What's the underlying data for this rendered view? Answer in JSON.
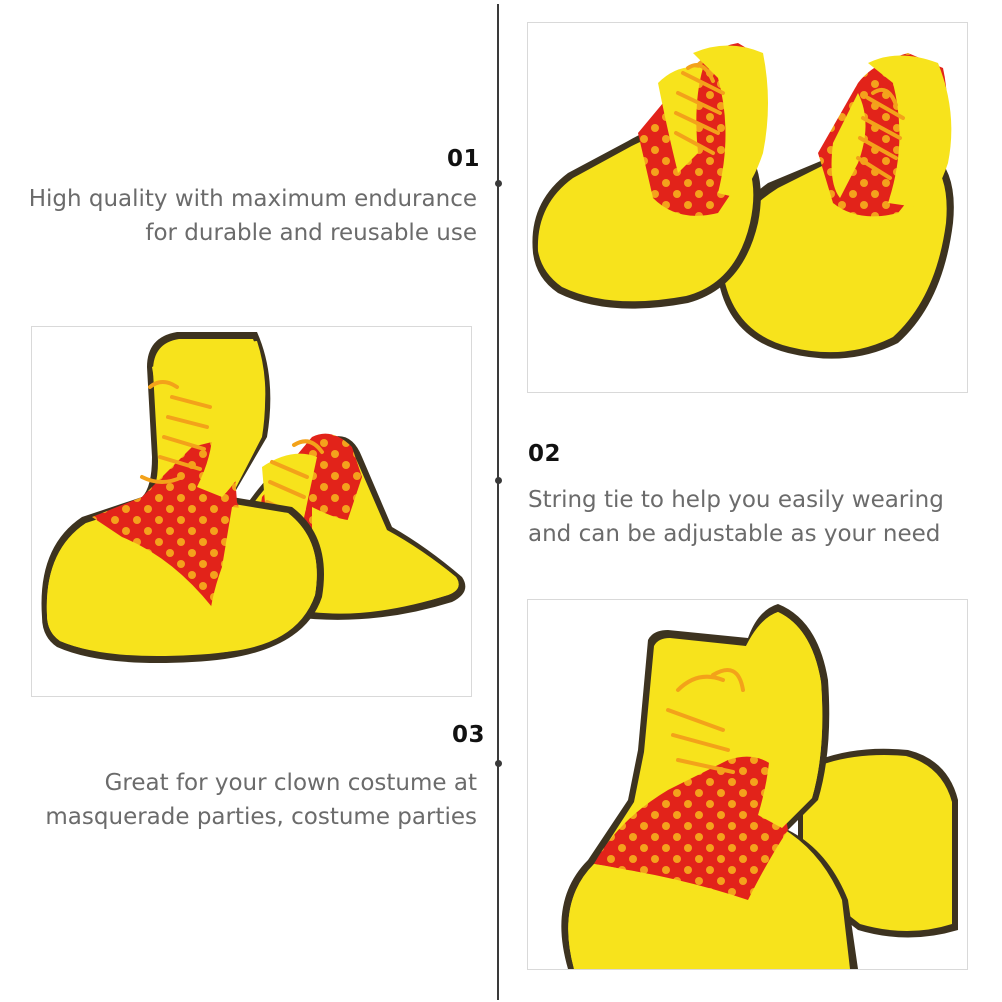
{
  "features": [
    {
      "number": "01",
      "line1": "High quality with maximum endurance",
      "line2": "for durable and reusable use"
    },
    {
      "number": "02",
      "line1": "String tie to help you easily wearing",
      "line2": "and can be adjustable as your need"
    },
    {
      "number": "03",
      "line1": "Great for your clown costume at",
      "line2": "masquerade parties, costume parties"
    }
  ],
  "colors": {
    "yellow": "#f7e31c",
    "red": "#e2231a",
    "dot": "#f4a21c",
    "lace": "#f3a21a",
    "line": "#3a3a3a"
  }
}
